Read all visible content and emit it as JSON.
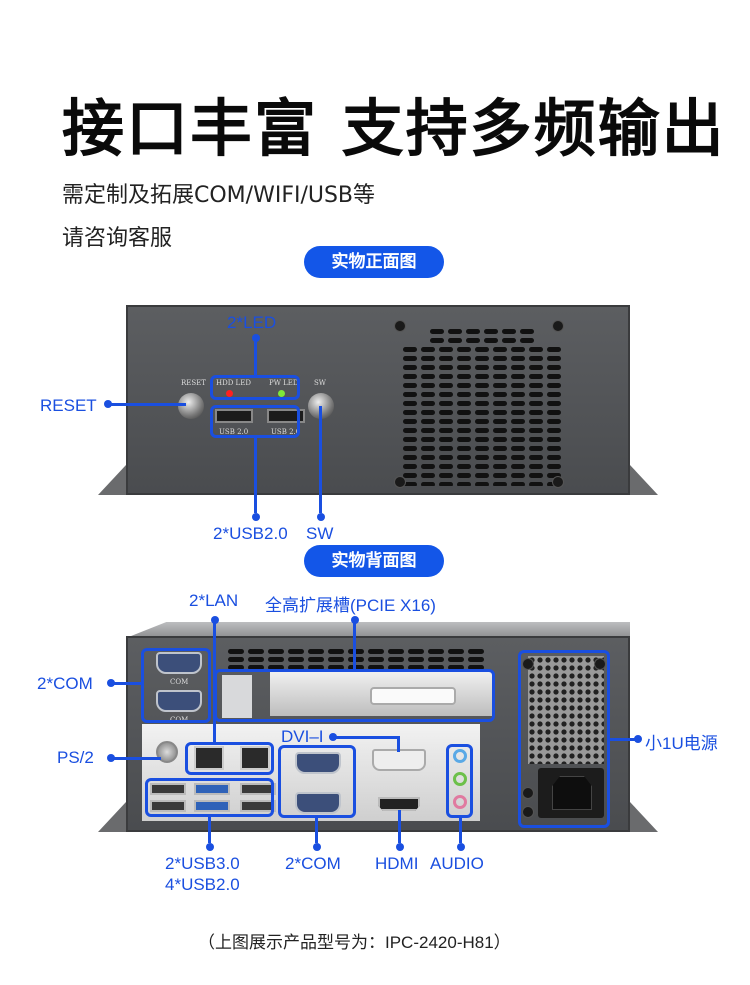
{
  "header": {
    "title": "接口丰富 支持多频输出",
    "subtitle_line1": "需定制及拓展COM/WIFI/USB等",
    "subtitle_line2": "请咨询客服"
  },
  "front": {
    "section_label": "实物正面图",
    "callouts": {
      "led": "2*LED",
      "reset": "RESET",
      "usb": "2*USB2.0",
      "sw": "SW"
    },
    "panel_text": {
      "reset": "RESET",
      "hdd_led": "HDD LED",
      "pw_led": "PW LED",
      "sw": "SW",
      "usb_left": "USB 2.0",
      "usb_right": "USB 2.0"
    },
    "led_colors": {
      "hdd": "#ff2020",
      "pw": "#7ee83a"
    }
  },
  "back": {
    "section_label": "实物背面图",
    "callouts": {
      "lan": "2*LAN",
      "pcie": "全高扩展槽(PCIE X16)",
      "com_left": "2*COM",
      "ps2": "PS/2",
      "dvi": "DVI–I",
      "psu": "小1U电源",
      "usb_line1": "2*USB3.0",
      "usb_line2": "4*USB2.0",
      "com_bottom": "2*COM",
      "hdmi": "HDMI",
      "audio": "AUDIO"
    },
    "panel_text": {
      "com1": "COM",
      "com2": "COM"
    },
    "audio_colors": [
      "#5aa9e6",
      "#6cc04a",
      "#e07aa0"
    ]
  },
  "footer": {
    "model_note": "（上图展示产品型号为：IPC-2420-H81）"
  },
  "colors": {
    "accent": "#1a4fe0",
    "pill": "#1356e8"
  }
}
